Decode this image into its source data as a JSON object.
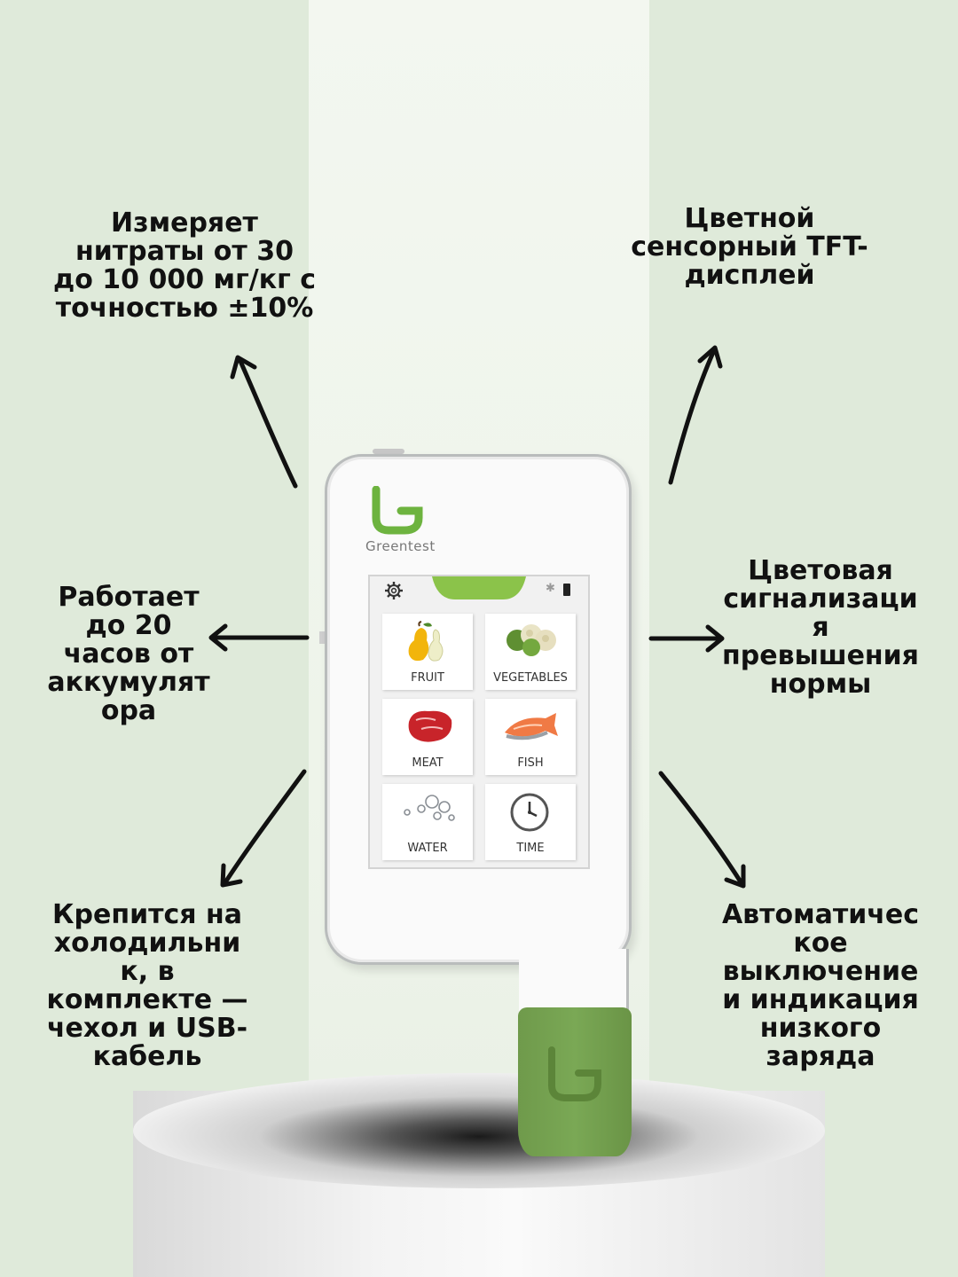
{
  "callouts": {
    "nitrates": "Измеряет\nнитраты от 30\nдо 10 000 мг/кг с\nточностью ±10%",
    "display": "Цветной\nсенсорный TFT-\nдисплей",
    "battery": "Работает\nдо 20\nчасов от\nаккумулят\nора",
    "signal": "Цветовая\nсигнализаци\nя\nпревышения\nнормы",
    "mount": "Крепится на\nхолодильни\nк, в\nкомплекте —\nчехол и USB-\nкабель",
    "autooff": "Автоматичес\nкое\nвыключение\nи индикация\nнизкого\nзаряда"
  },
  "device": {
    "brand": "Greentest",
    "tiles": [
      {
        "label": "FRUIT",
        "icon": "fruit-icon"
      },
      {
        "label": "VEGETABLES",
        "icon": "vegetables-icon"
      },
      {
        "label": "MEAT",
        "icon": "meat-icon"
      },
      {
        "label": "FISH",
        "icon": "fish-icon"
      },
      {
        "label": "WATER",
        "icon": "water-icon"
      },
      {
        "label": "TIME",
        "icon": "clock-icon"
      }
    ]
  },
  "colors": {
    "background": "#dfeada",
    "brand_green": "#7aa855",
    "logo_green": "#6db33f"
  }
}
